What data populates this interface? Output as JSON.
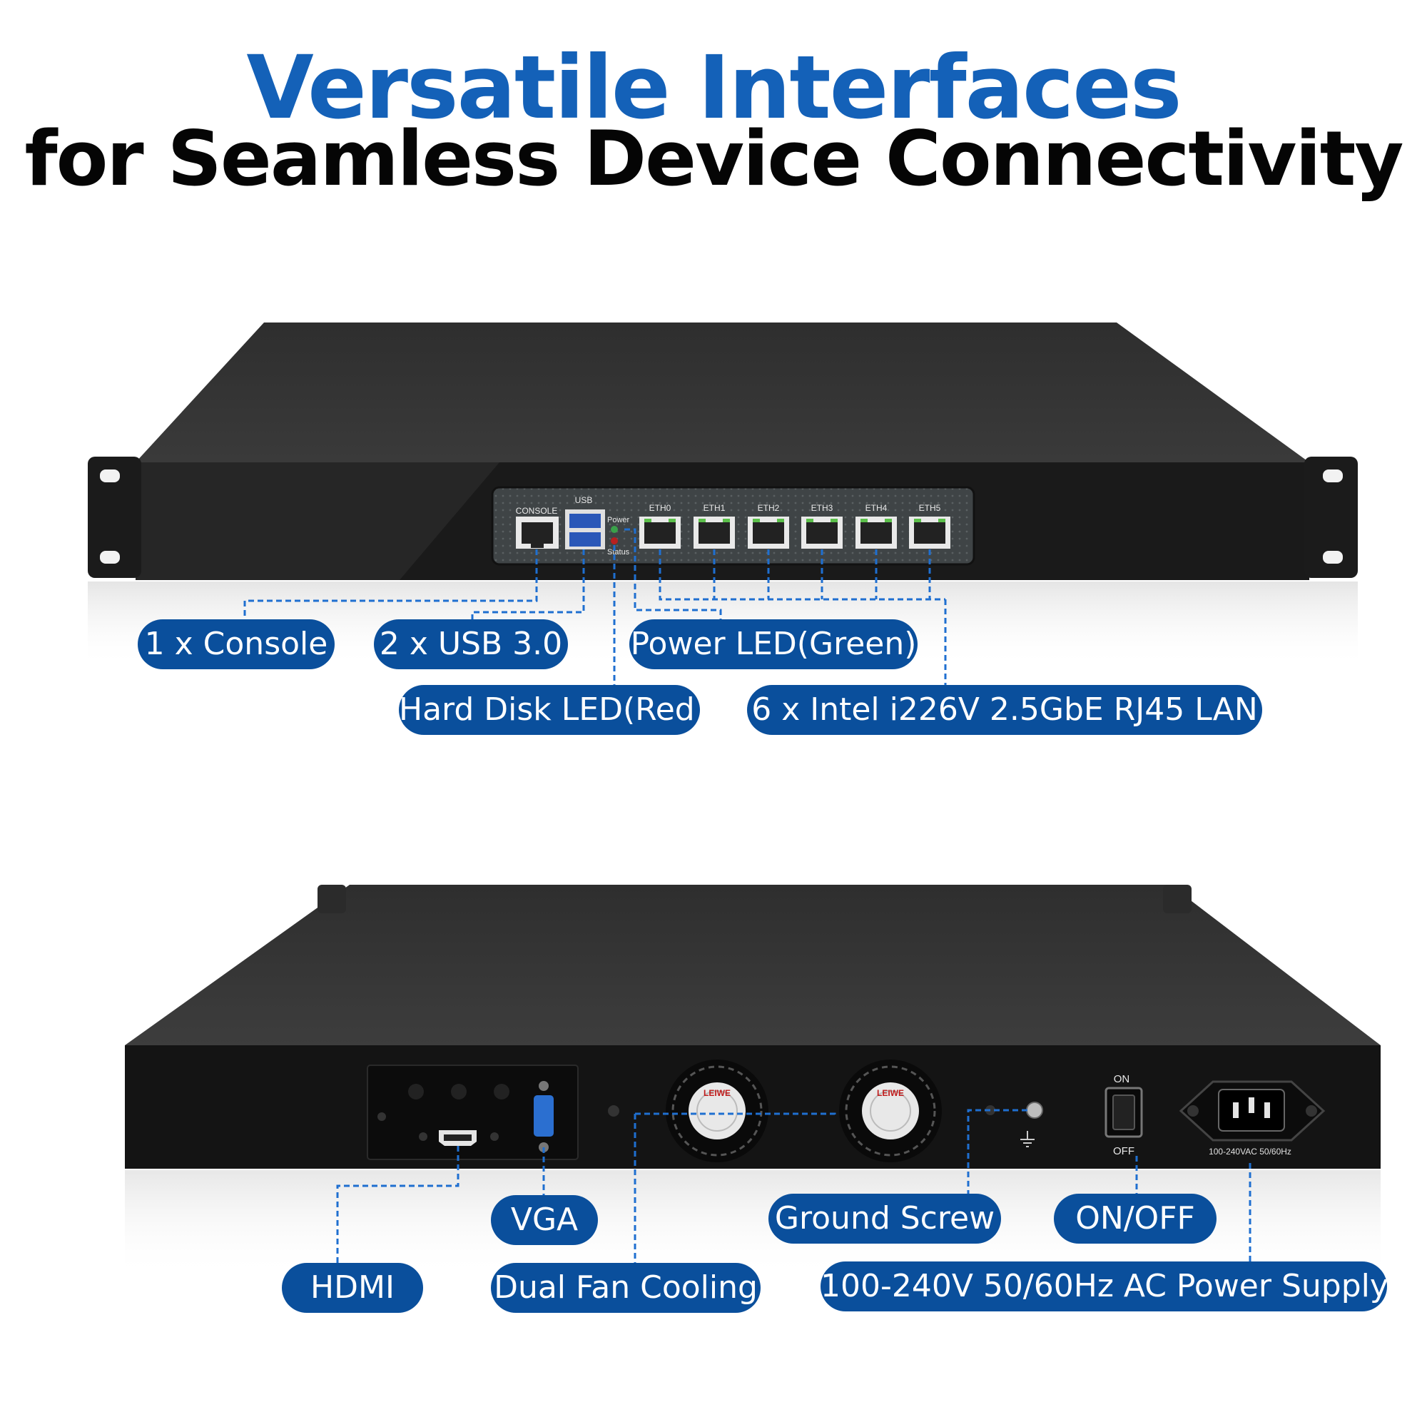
{
  "title": {
    "line1": "Versatile Interfaces",
    "line2": "for Seamless Device Connectivity"
  },
  "front_panel": {
    "port_labels": {
      "console": "CONSOLE",
      "usb": "USB",
      "power": "Power",
      "status": "Status",
      "eth": [
        "ETH0",
        "ETH1",
        "ETH2",
        "ETH3",
        "ETH4",
        "ETH5"
      ]
    },
    "callouts": {
      "console": "1 x Console",
      "usb": "2 x USB 3.0",
      "power_led": "Power LED(Green)",
      "hdd_led": "Hard Disk LED(Red)",
      "lan": "6 x Intel i226V 2.5GbE RJ45 LAN"
    }
  },
  "rear_panel": {
    "switch_on": "ON",
    "switch_off": "OFF",
    "psu_rating": "100-240VAC  50/60Hz",
    "fan_brand": "LEIWE",
    "callouts": {
      "hdmi": "HDMI",
      "vga": "VGA",
      "fan": "Dual Fan Cooling",
      "ground": "Ground Screw",
      "switch": "ON/OFF",
      "power": "100-240V 50/60Hz AC Power Supply"
    }
  },
  "colors": {
    "title_blue": "#1461b8",
    "pill_blue": "#0a4f9c",
    "chassis": "#2b2b2b",
    "leader_line": "#1f6fd0"
  }
}
